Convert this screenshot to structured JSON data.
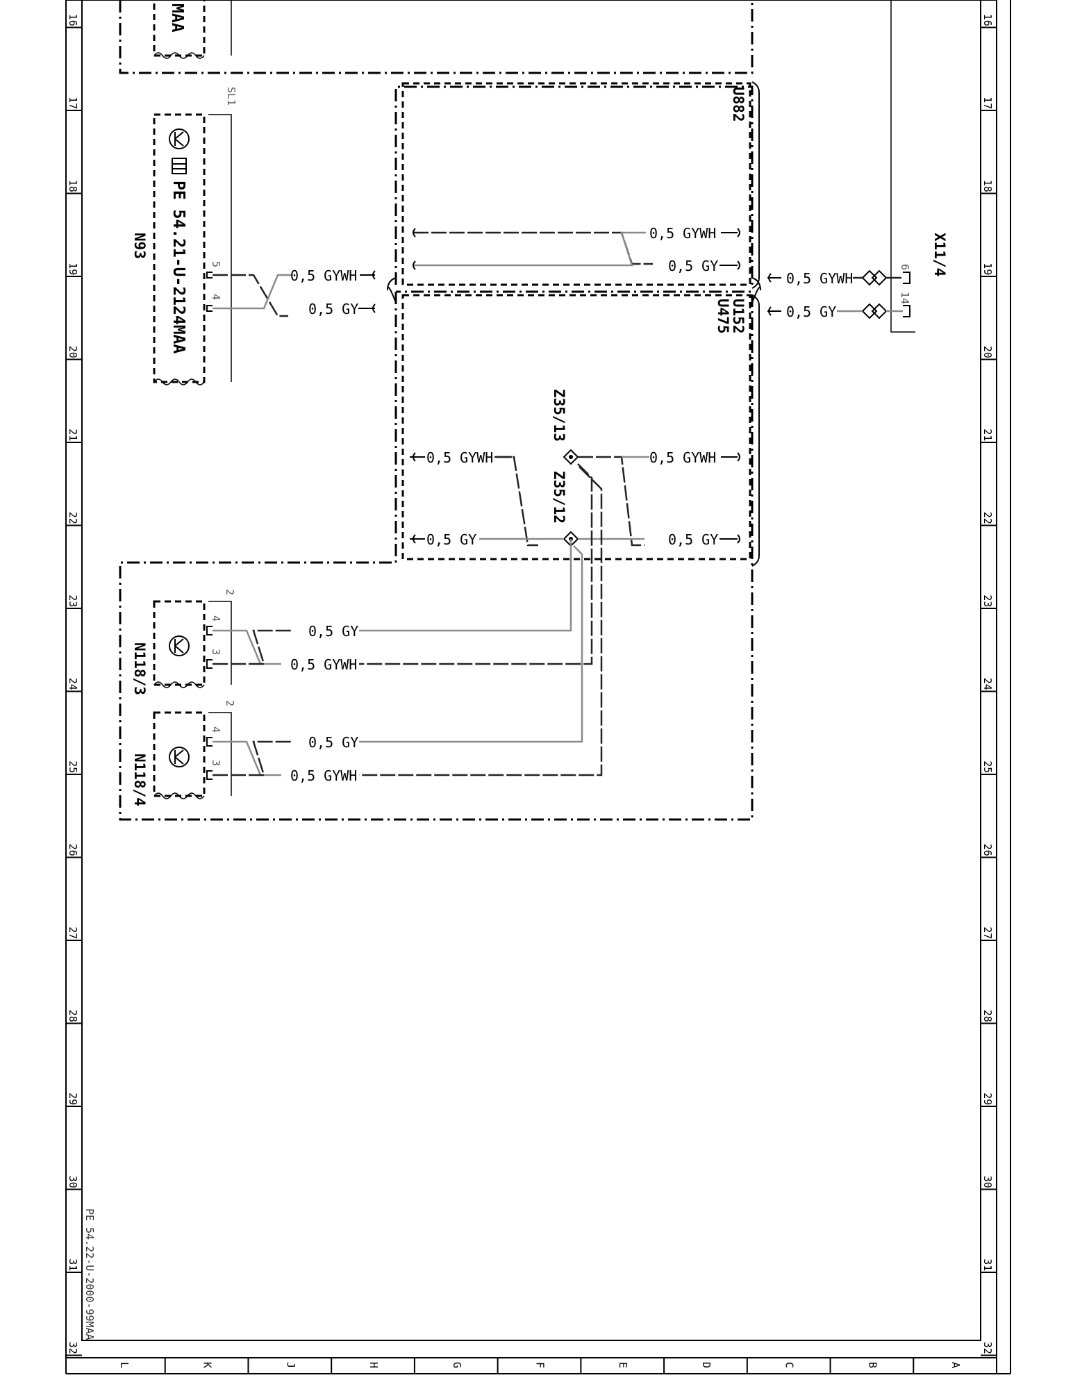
{
  "frame": {
    "row_labels": [
      "16",
      "17",
      "18",
      "19",
      "20",
      "21",
      "22",
      "23",
      "24",
      "25",
      "26",
      "27",
      "28",
      "29",
      "30",
      "31",
      "32"
    ],
    "column_labels": [
      "L",
      "K",
      "J",
      "H",
      "G",
      "F",
      "E",
      "D",
      "C",
      "B",
      "A"
    ],
    "document_id": "PE 54.22-U-2000-99MAA"
  },
  "components": {
    "top_truncated": "MAA",
    "n93": {
      "name": "N93",
      "part": "PE 54.21-U-2124MAA",
      "splice": "SL1",
      "pins": [
        "5",
        "4"
      ]
    },
    "u882": {
      "name": "U882"
    },
    "u152": {
      "name": "U152"
    },
    "u475": {
      "name": "U475"
    },
    "x11_4": {
      "name": "X11/4",
      "pins": [
        "6",
        "14"
      ]
    },
    "z35_13": {
      "name": "Z35/13"
    },
    "z35_12": {
      "name": "Z35/12"
    },
    "n118_3": {
      "name": "N118/3",
      "pins": [
        "2",
        "4",
        "3"
      ]
    },
    "n118_4": {
      "name": "N118/4",
      "pins": [
        "2",
        "4",
        "3"
      ]
    }
  },
  "wire_labels": {
    "gywh": "0,5 GYWH",
    "gy": "0,5 GY"
  }
}
